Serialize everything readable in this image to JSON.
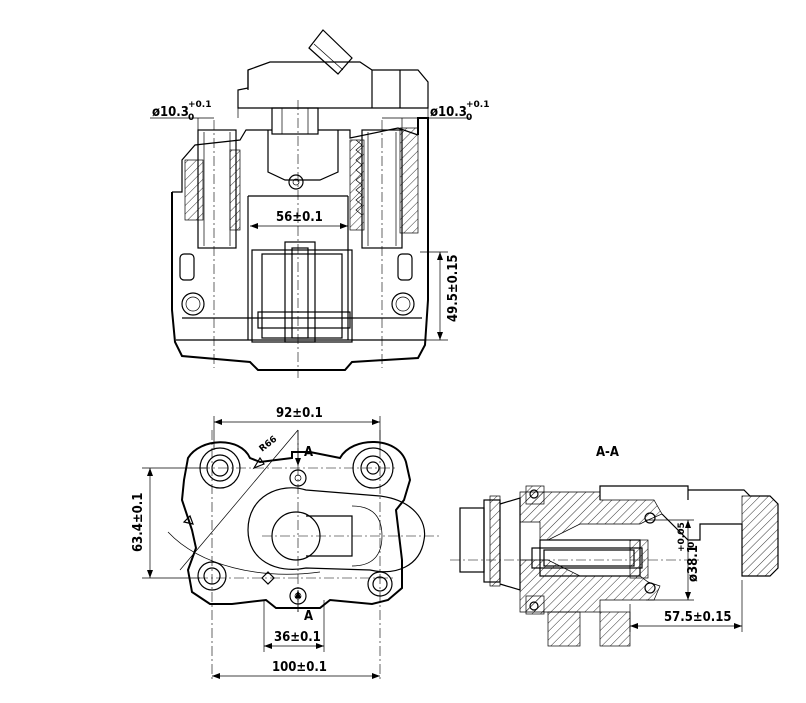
{
  "drawing": {
    "section_title": "A-A",
    "section_mark": "A",
    "dimensions": {
      "bore_left": "ø10.3",
      "bore_left_tol_top": "+0.1",
      "bore_left_tol_bottom": "0",
      "bore_right": "ø10.3",
      "bore_right_tol_top": "+0.1",
      "bore_right_tol_bottom": "0",
      "width_56": "56±0.1",
      "height_49": "49.5±0.15",
      "width_92": "92±0.1",
      "height_63": "63.4±0.1",
      "width_36": "36±0.1",
      "width_100": "100±0.1",
      "length_57": "57.5±0.15",
      "bore_38": "ø38.1",
      "bore_38_tol_top": "+0.05",
      "bore_38_tol_bottom": "0",
      "radius_label": "R66"
    }
  }
}
